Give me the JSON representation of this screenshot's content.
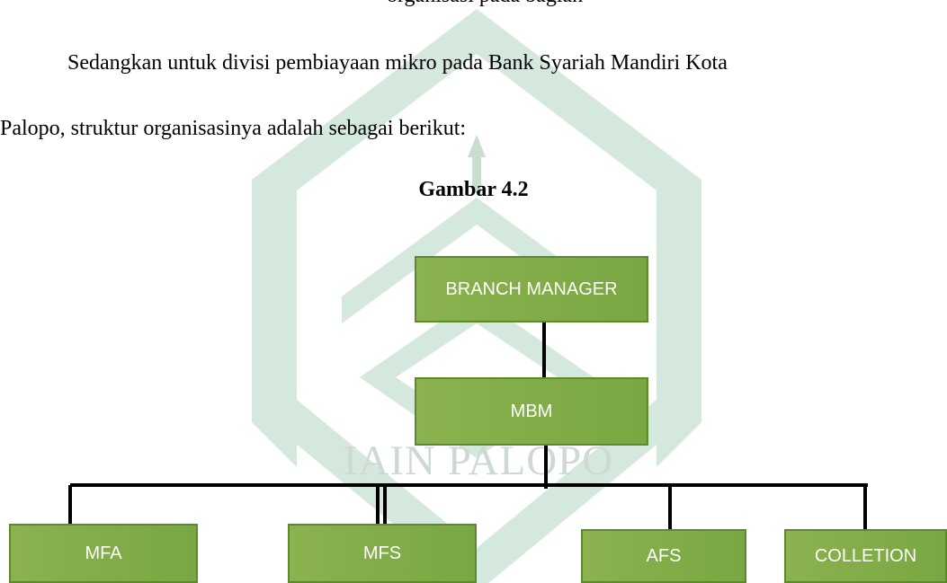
{
  "document": {
    "top_cut_text": "organisasi pada bagian",
    "paragraph_line1": "Sedangkan untuk divisi pembiayaan mikro pada Bank Syariah Mandiri Kota",
    "paragraph_line2": "Palopo, struktur organisasinya adalah sebagai berikut:",
    "figure_title": "Gambar 4.2",
    "watermark_text": "IAIN PALOPO"
  },
  "org_chart": {
    "top": "BRANCH MANAGER",
    "middle": "MBM",
    "units": [
      "MFA",
      "MFS",
      "AFS",
      "COLLETION"
    ]
  },
  "colors": {
    "box_fill": "#7fab45",
    "box_border": "#5d8a2c",
    "box_text": "#ffffff",
    "watermark": "#cfe3d8"
  }
}
